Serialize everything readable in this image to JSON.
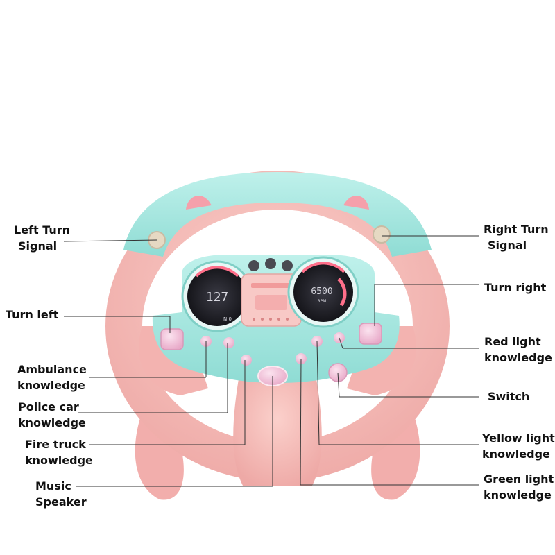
{
  "labels": {
    "left_turn_signal": [
      "Left Turn",
      "Signal"
    ],
    "right_turn_signal": [
      "Right Turn",
      "Signal"
    ],
    "turn_left": [
      "Turn left"
    ],
    "turn_right": [
      "Turn right"
    ],
    "ambulance": [
      "Ambulance",
      "knowledge"
    ],
    "police_car": [
      "Police car",
      "knowledge"
    ],
    "fire_truck": [
      "Fire truck",
      "knowledge"
    ],
    "music_speaker": [
      "Music",
      "Speaker"
    ],
    "red_light": [
      "Red light",
      "knowledge"
    ],
    "switch": [
      "Switch"
    ],
    "yellow_light": [
      "Yellow light",
      "knowledge"
    ],
    "green_light": [
      "Green light",
      "knowledge"
    ]
  },
  "dials": {
    "left_value": "127",
    "left_gear": "N.0",
    "right_value": "6500",
    "right_unit": "RPM"
  },
  "colors": {
    "wheel_pink": "#f4b8b4",
    "wheel_mint": "#a8e6df",
    "button_pink": "#f0c3d9",
    "dial_dark": "#2a2a30",
    "screen_pink": "#f8c9c6"
  }
}
